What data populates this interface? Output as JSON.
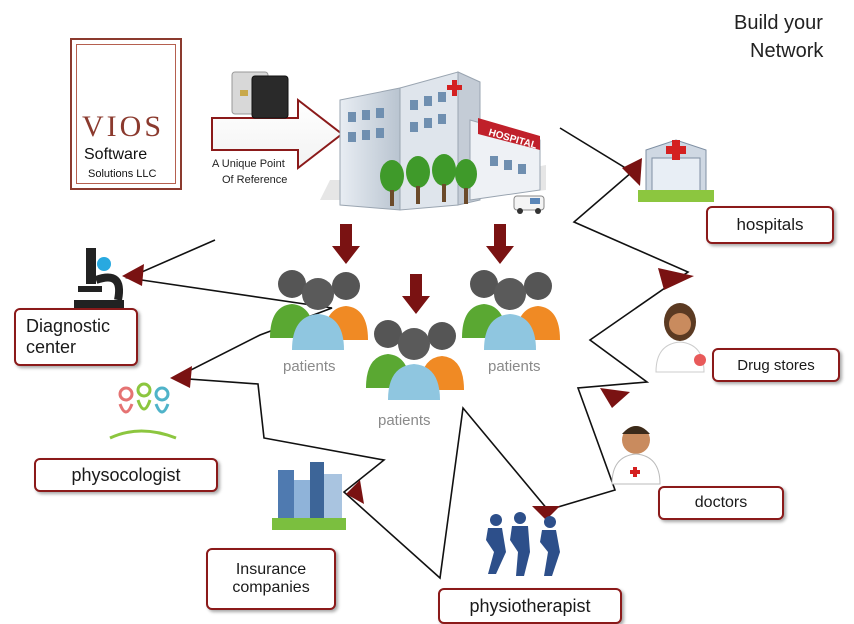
{
  "title": {
    "line1": "Build your",
    "line2": "Network"
  },
  "logo": {
    "brand": "VIOS",
    "line2": "Software",
    "line3": "Solutions LLC",
    "color": "#8b3a2e"
  },
  "hub": {
    "caption_line1": "A Unique Point",
    "caption_line2": "Of Reference",
    "building_sign": "HOSPITAL"
  },
  "patient_groups": [
    {
      "label": "patients"
    },
    {
      "label": "patients"
    },
    {
      "label": "patients"
    }
  ],
  "nodes": {
    "hospitals": "hospitals",
    "drug_stores": "Drug stores",
    "doctors": "doctors",
    "physiotherapist": "physiotherapist",
    "insurance_line1": "Insurance",
    "insurance_line2": "companies",
    "physocologist": "physocologist",
    "diagnostic_line1": "Diagnostic",
    "diagnostic_line2": "center"
  },
  "colors": {
    "accent": "#8b1a1a",
    "green": "#5aa832",
    "blue": "#8fc6e0",
    "orange": "#f08a24",
    "gray": "#9a9a9a"
  }
}
